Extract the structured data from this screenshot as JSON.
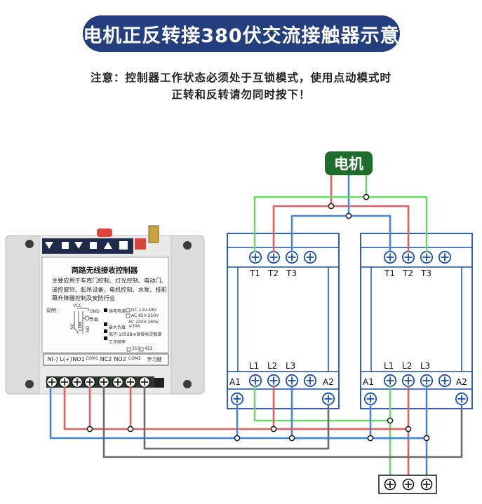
{
  "title": "电机正反转接380伏交流接触器示意",
  "note": {
    "line1": "注意：控制器工作状态必须处于互锁模式，使用点动模式时",
    "line2": "正转和反转请勿同时按下！"
  },
  "motor_label": "电机",
  "controller": {
    "title": "两路无线接收控制器",
    "description": "主要应用于车库门控制、灯光控制、电动门、遥控窗帘、起吊设备、电机控制、水泵、投影幕升降器控制及安防行业",
    "explain_label": "说明：",
    "vcc": "VCC",
    "gnd": "GND",
    "load": "负载",
    "nc": "NC",
    "com": "COM",
    "no": "NO",
    "power_label": "供电电源",
    "power_options": [
      "DC 12V-48V",
      "AC 85V-250V",
      "AC 220V-380V"
    ],
    "max_load_label": "最大负载",
    "max_load_value": "≤30A",
    "sensitivity": "高于-105dBm高接收灵敏度",
    "frequency_label": "工作频率",
    "frequency_options": [
      "315",
      "433"
    ],
    "terminals": [
      "N(-)",
      "L(+)",
      "NO1",
      "COM1",
      "NC2",
      "NO2",
      "COM2",
      "学习键"
    ]
  },
  "contactor": {
    "top_labels": [
      "T1",
      "T2",
      "T3"
    ],
    "bottom_labels": [
      "L1",
      "L2",
      "L3"
    ],
    "coil_labels": [
      "A1",
      "A2"
    ]
  },
  "colors": {
    "title_bg": "#243f7e",
    "motor_bg": "#1e6d2c",
    "wire_red": "#e06262",
    "wire_blue": "#4a86d8",
    "wire_green": "#6fd66f",
    "wire_gray": "#6b6b6b",
    "terminal_blue": "#1c4fa8"
  }
}
